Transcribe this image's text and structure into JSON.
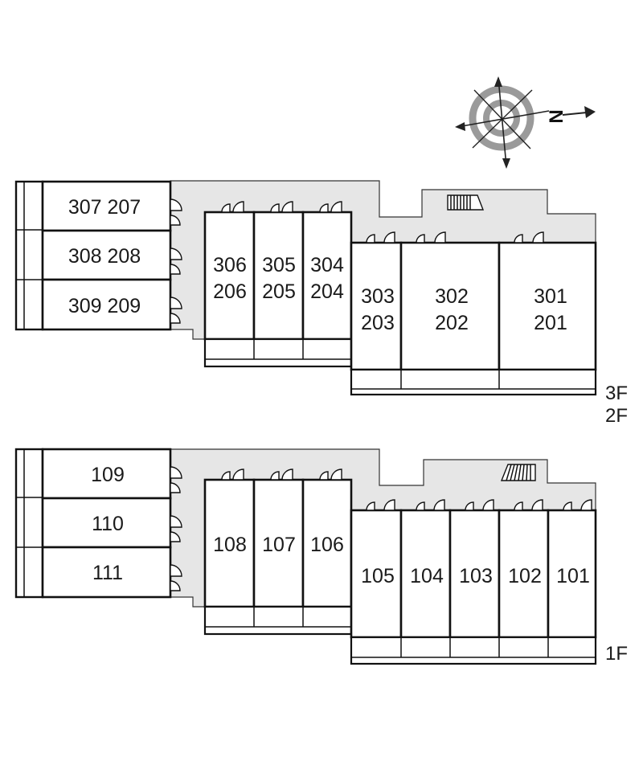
{
  "compass": {
    "north_letter": "N",
    "icon": "compass-rose-icon"
  },
  "upper_plan": {
    "floor_labels": [
      "3F",
      "2F"
    ],
    "west_units": [
      {
        "label": "307 207"
      },
      {
        "label": "308 208"
      },
      {
        "label": "309 209"
      }
    ],
    "middle_units": [
      {
        "line1": "306",
        "line2": "206"
      },
      {
        "line1": "305",
        "line2": "205"
      },
      {
        "line1": "304",
        "line2": "204"
      }
    ],
    "east_units": [
      {
        "line1": "303",
        "line2": "203"
      },
      {
        "line1": "302",
        "line2": "202"
      },
      {
        "line1": "301",
        "line2": "201"
      }
    ]
  },
  "lower_plan": {
    "floor_labels": [
      "1F"
    ],
    "west_units": [
      {
        "label": "109"
      },
      {
        "label": "110"
      },
      {
        "label": "111"
      }
    ],
    "middle_units": [
      {
        "label": "108"
      },
      {
        "label": "107"
      },
      {
        "label": "106"
      }
    ],
    "east_units": [
      {
        "label": "105"
      },
      {
        "label": "104"
      },
      {
        "label": "103"
      },
      {
        "label": "102"
      },
      {
        "label": "101"
      }
    ]
  },
  "colors": {
    "corridor": "#e6e6e6",
    "walls": "#111111",
    "background": "#ffffff"
  }
}
